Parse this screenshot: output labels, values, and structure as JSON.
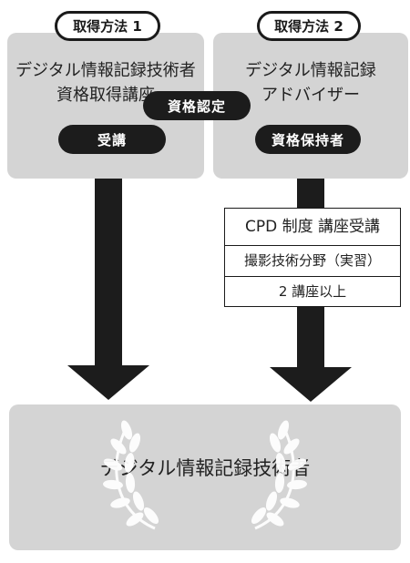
{
  "method1": {
    "tab": "取得方法 1",
    "title_line1": "デジタル情報記録技術者",
    "title_line2": "資格取得講座",
    "pill": "受講"
  },
  "method2": {
    "tab": "取得方法 2",
    "title_line1": "デジタル情報記録",
    "title_line2": "アドバイザー",
    "pill": "資格保持者",
    "requirements": [
      "CPD 制度 講座受講",
      "撮影技術分野（実習）",
      "2 講座以上"
    ]
  },
  "result": {
    "title": "デジタル情報記録技術者",
    "pill": "資格認定"
  },
  "colors": {
    "card": "#d4d4d4",
    "dark": "#1c1c1c",
    "text": "#222222",
    "wreath": "#ffffff"
  },
  "icons": [
    "laurel-wreath-icon"
  ]
}
